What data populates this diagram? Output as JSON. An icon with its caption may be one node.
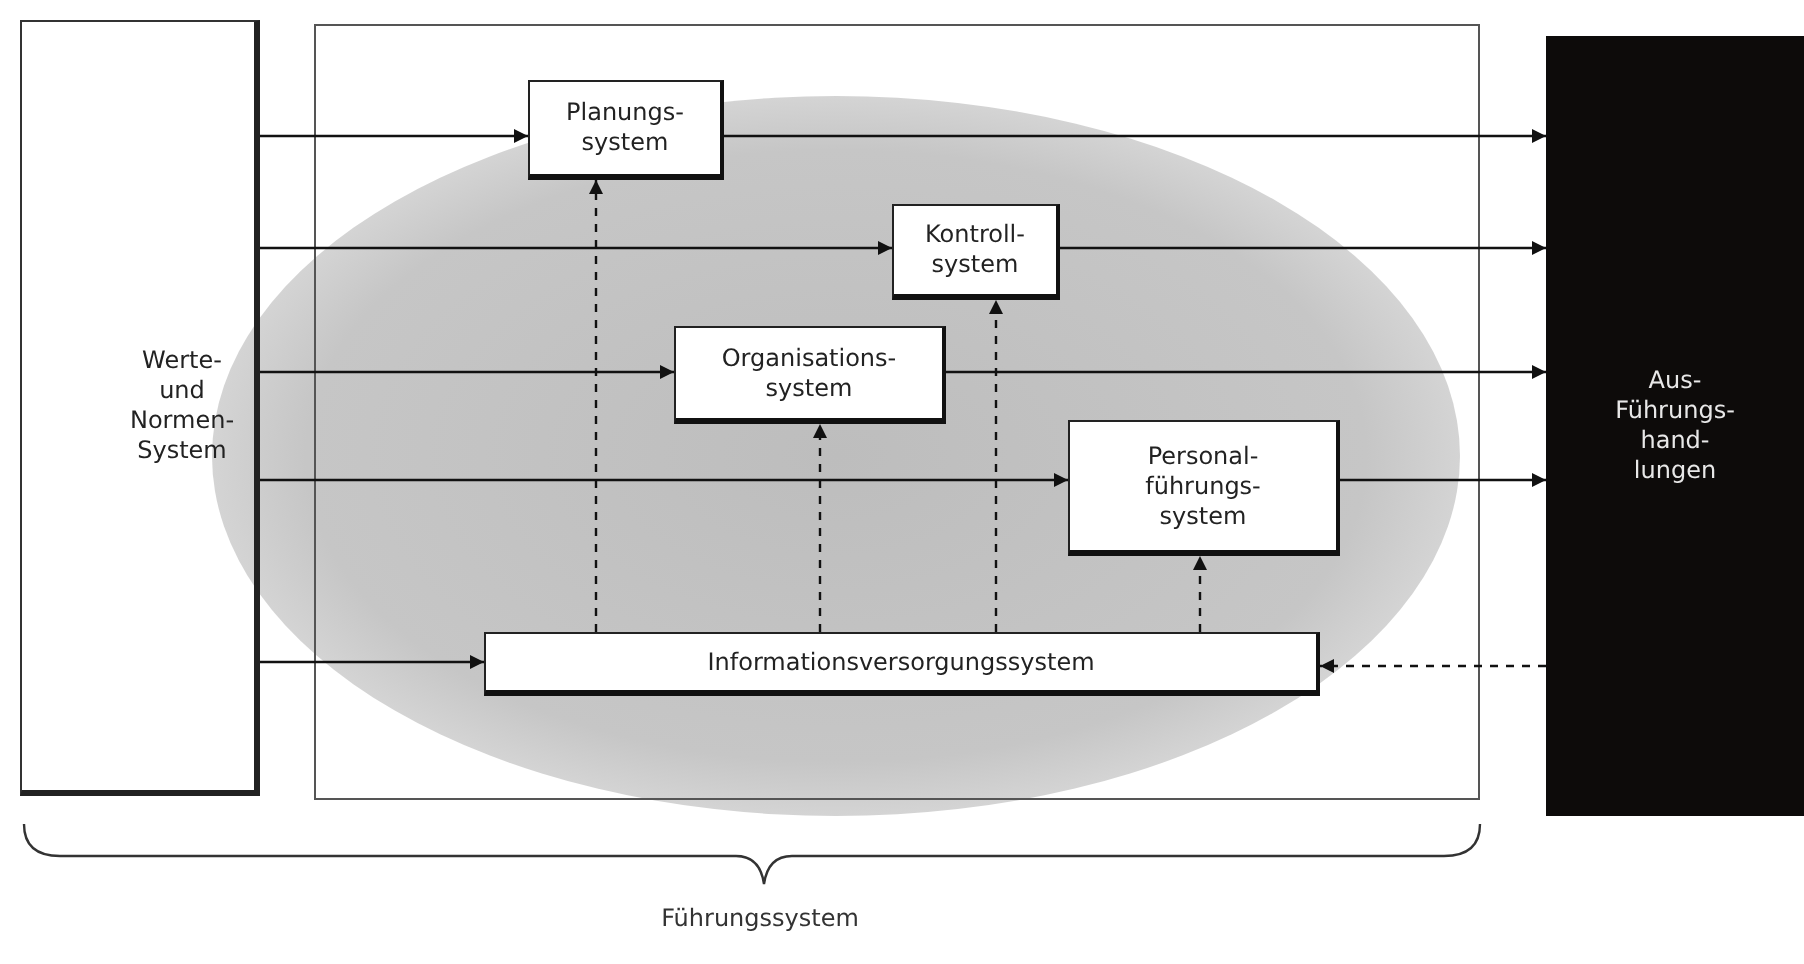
{
  "diagram": {
    "nodes": [
      {
        "text": [
          "Werte- und Normen- System"
        ]
      },
      {
        "text": [],
        "shape": "box"
      },
      {
        "text": [
          "Planungs- system"
        ],
        "in": 1
      },
      {
        "text": [
          "Kontroll- system"
        ],
        "in": 1
      },
      {
        "text": [
          "Organisations- system"
        ],
        "in": 1
      },
      {
        "text": [
          "Personal- führungs- system"
        ],
        "in": 1
      },
      {
        "text": [
          "Informationsversorgungssystem"
        ],
        "in": 1
      },
      {
        "text": [
          "Aus- Führungs- hand- lungen"
        ]
      }
    ],
    "edges": [
      {
        "from": 0,
        "to": 2,
        "arrow": "to"
      },
      {
        "from": 2,
        "to": 7,
        "arrow": "to"
      },
      {
        "from": 0,
        "to": 3,
        "arrow": "to"
      },
      {
        "from": 3,
        "to": 7,
        "arrow": "to"
      },
      {
        "from": 0,
        "to": 4,
        "arrow": "to"
      },
      {
        "from": 4,
        "to": 7,
        "arrow": "to"
      },
      {
        "from": 0,
        "to": 5,
        "arrow": "to"
      },
      {
        "from": 5,
        "to": 7,
        "arrow": "to"
      },
      {
        "from": 0,
        "to": 6,
        "arrow": "to"
      },
      {
        "from": 6,
        "to": 2,
        "arrow": "to",
        "style": "dashed"
      },
      {
        "from": 6,
        "to": 4,
        "arrow": "to",
        "style": "dashed"
      },
      {
        "from": 6,
        "to": 3,
        "arrow": "to",
        "style": "dashed"
      },
      {
        "from": 6,
        "to": 5,
        "arrow": "to",
        "style": "dashed"
      },
      {
        "from": 7,
        "to": 6,
        "arrow": "to",
        "style": "dashed"
      }
    ],
    "labels": [
      "Führungssystem"
    ]
  }
}
